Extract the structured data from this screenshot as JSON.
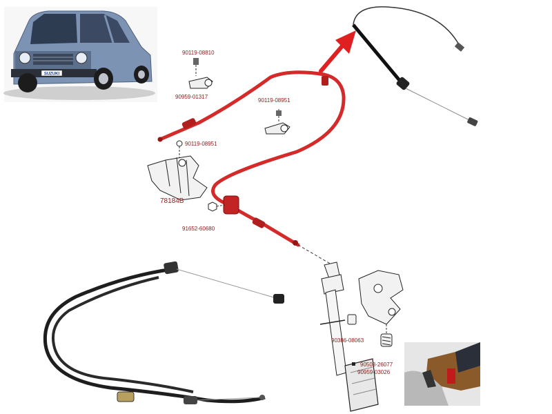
{
  "car": {
    "badge": "SUZUKI"
  },
  "labels": {
    "bolt_top": "90119-08810",
    "clamp_top": "90959-01317",
    "bolt_mid": "90119-08951",
    "bolt_left": "90119-08951",
    "bracket": "78184B",
    "nut_bracket": "91652-60680",
    "pedal_pin": "90386-08063",
    "spring_a": "90508-26077",
    "spring_b": "90959-03026"
  },
  "colors": {
    "cable": "#d42a2a",
    "arrow": "#e02020",
    "label": "#8a1a1a",
    "car_body": "#7d93b4"
  }
}
